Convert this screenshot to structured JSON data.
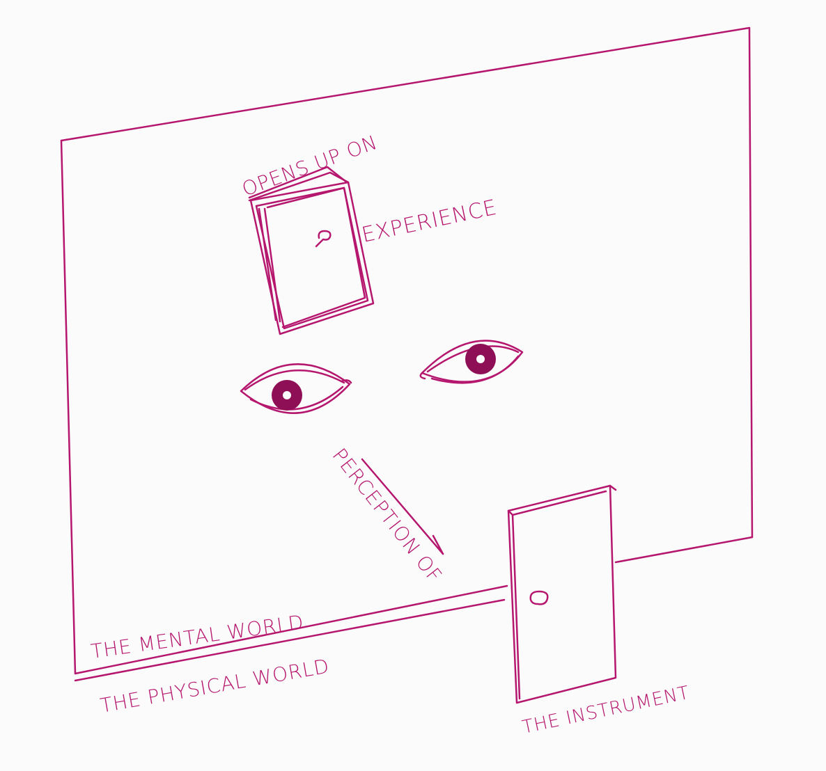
{
  "colors": {
    "ink": "#b5166e",
    "ink_dark": "#8e0f55",
    "paper": "#fbfbfb"
  },
  "labels": {
    "opens_up_on": "OPENS UP ON",
    "experience": "EXPERIENCE",
    "perception_of": "PERCEPTION OF",
    "mental_world": "THE MENTAL WORLD",
    "physical_world": "THE PHYSICAL WORLD",
    "instrument": "THE INSTRUMENT"
  },
  "icons": {
    "open_door": "open-door-icon",
    "closed_door": "door-icon",
    "eye": "eye-icon"
  }
}
